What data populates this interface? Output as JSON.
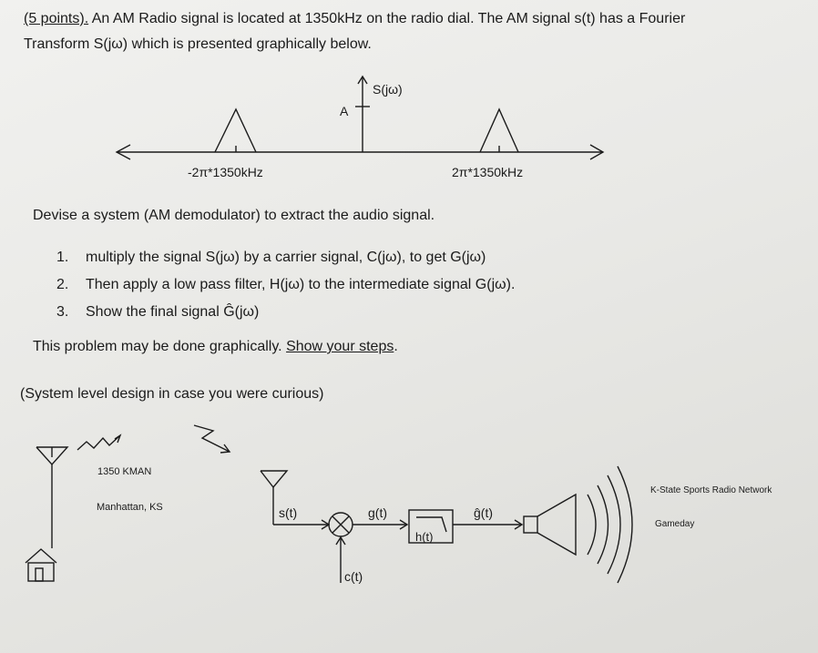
{
  "question": {
    "points": "(5 points).",
    "line1_rest": " An AM Radio signal is located at 1350kHz on the radio dial. The AM signal s(t) has a Fourier",
    "line2": "Transform S(jω) which is presented graphically below."
  },
  "spectrum": {
    "ylabel": "S(jω)",
    "amplitude": "A",
    "neg_freq": "-2π*1350kHz",
    "pos_freq": "2π*1350kHz"
  },
  "task": {
    "intro": "Devise a system (AM demodulator) to extract the audio signal.",
    "steps": [
      {
        "num": "1.",
        "text": "multiply the signal S(jω) by a carrier signal, C(jω), to get G(jω)"
      },
      {
        "num": "2.",
        "text": "Then apply a low pass filter, H(jω) to the intermediate signal G(jω)."
      },
      {
        "num": "3.",
        "text": "Show the final signal Ĝ(jω)"
      }
    ],
    "graphical_pre": "This problem may be done graphically. ",
    "graphical_link": "Show your steps",
    "graphical_post": ".",
    "system_note": "(System level design in case you were curious)"
  },
  "system_diagram": {
    "station": "1350 KMAN",
    "location": "Manhattan, KS",
    "input_signal": "s(t)",
    "intermediate_signal": "g(t)",
    "filter": "h(t)",
    "output_signal": "ĝ(t)",
    "carrier": "c(t)",
    "network": "K-State Sports Radio Network",
    "event": "Gameday"
  }
}
